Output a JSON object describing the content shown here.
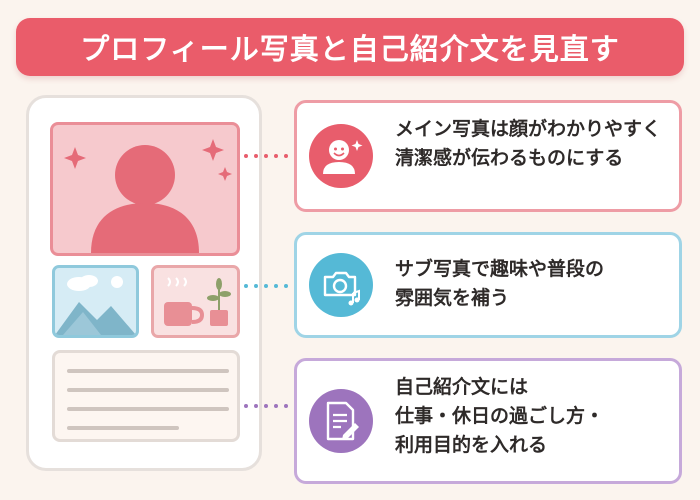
{
  "title": "プロフィール写真と自己紹介文を見直す",
  "cards": [
    {
      "lines": [
        "メイン写真は顔がわかりやすく",
        "清潔感が伝わるものにする"
      ],
      "icon": "smiling-person-icon",
      "color": "#e85d6c",
      "border": "#ee9ca5"
    },
    {
      "lines": [
        "サブ写真で趣味や普段の",
        "雰囲気を補う"
      ],
      "icon": "camera-music-icon",
      "color": "#55b9d6",
      "border": "#9fd4e6"
    },
    {
      "lines": [
        "自己紹介文には",
        "仕事・休日の過ごし方・",
        "利用目的を入れる"
      ],
      "icon": "document-pen-icon",
      "color": "#9d74bd",
      "border": "#c6a9da"
    }
  ],
  "illustration": {
    "main_photo_icon": "person-silhouette-icon",
    "sub_photo_1_icon": "landscape-icon",
    "sub_photo_2_icon": "cup-plant-icon",
    "text_icon": "text-lines-icon"
  }
}
